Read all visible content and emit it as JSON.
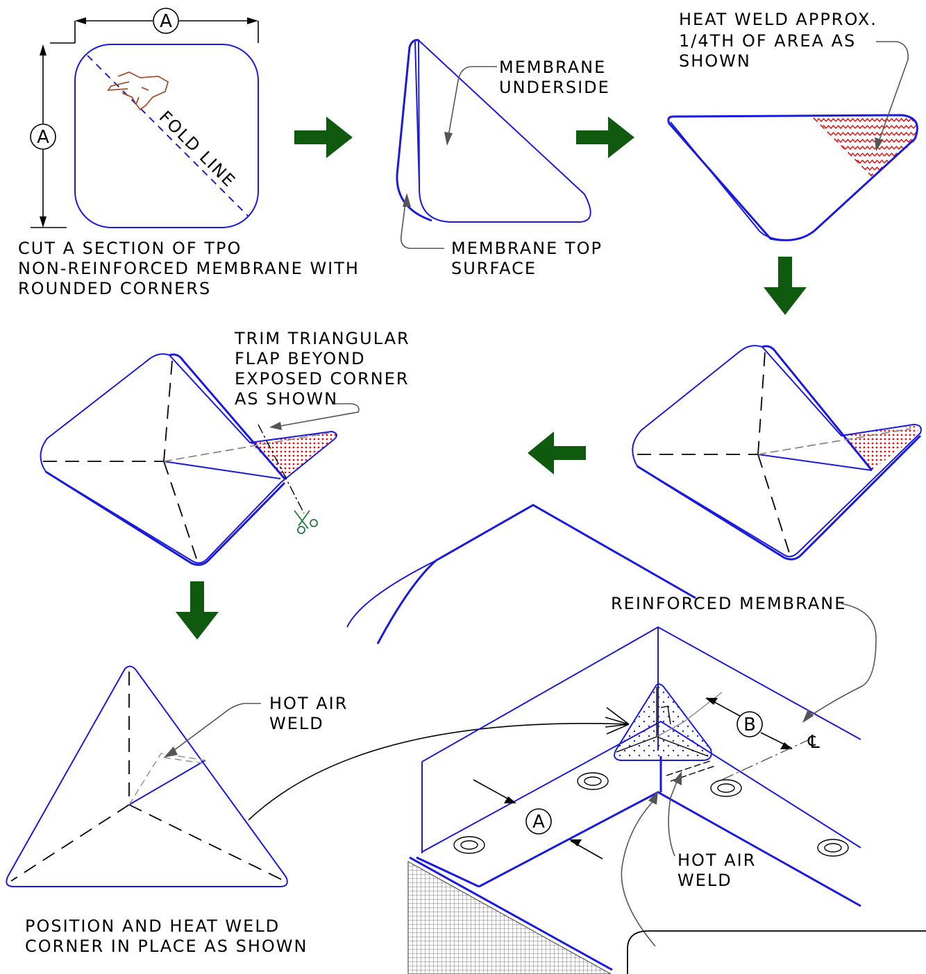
{
  "steps": {
    "step1": {
      "dim_label": "A",
      "fold_label": "FOLD LINE",
      "caption_lines": [
        "CUT A SECTION OF TPO",
        "NON-REINFORCED MEMBRANE WITH",
        "ROUNDED CORNERS"
      ]
    },
    "step2": {
      "underside_lines": [
        "MEMBRANE",
        "UNDERSIDE"
      ],
      "top_surface_lines": [
        "MEMBRANE TOP",
        "SURFACE"
      ]
    },
    "step3": {
      "weld_lines": [
        "HEAT WELD APPROX.",
        "1/4TH  OF AREA AS",
        "SHOWN"
      ]
    },
    "step5": {
      "trim_lines": [
        "TRIM TRIANGULAR",
        "FLAP BEYOND",
        "EXPOSED CORNER",
        "AS SHOWN"
      ]
    },
    "step6": {
      "hot_air_lines": [
        "HOT AIR",
        "WELD"
      ],
      "caption_lines": [
        "POSITION AND HEAT WELD",
        "CORNER IN PLACE AS SHOWN"
      ]
    },
    "detail": {
      "reinforced_label": "REINFORCED MEMBRANE",
      "dim_a": "A",
      "dim_b": "B",
      "centerline_symbol": "℄",
      "hot_air_lines": [
        "HOT AIR",
        "WELD"
      ]
    }
  },
  "icons": [
    "hand-pinch-icon",
    "scissors-icon",
    "arrow-right-icon",
    "arrow-down-icon",
    "arrow-left-icon"
  ],
  "colors": {
    "membrane_line": "#1a1adf",
    "flow_arrow": "#0f5a0f",
    "weld_hatch": "#e01010",
    "hand": "#a0522d",
    "scissors": "#1f7a3a"
  }
}
